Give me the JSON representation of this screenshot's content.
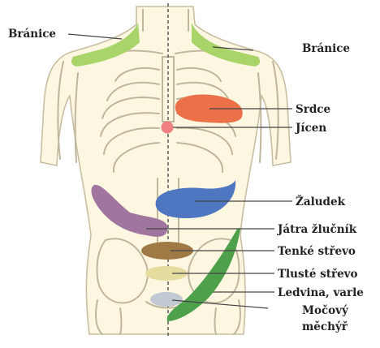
{
  "colors": {
    "shoulder": "#a9d46a",
    "heart": "#ec7048",
    "spleen": "#f08080",
    "stomach": "#4f77c1",
    "liver_gallbladder": "#a0769f",
    "small_intestine": "#9f7a44",
    "colon": "#e5dda0",
    "kidney_testis": "#4ea04b",
    "bladder": "#c1c9d3",
    "skin": "#fdf6e1",
    "bone": "#bfb79d"
  },
  "labels": {
    "diaphragm_left": "Bránice",
    "diaphragm_right": "Bránice",
    "heart": "Srdce",
    "spleen": "Jícen",
    "stomach": "Žaludek",
    "liver": "Játra žlučník",
    "small_intestine": "Tenké střevo",
    "colon": "Tlusté střevo",
    "kidney": "Ledvina, varle",
    "bladder_line1": "Močový",
    "bladder_line2": "měchýř"
  }
}
